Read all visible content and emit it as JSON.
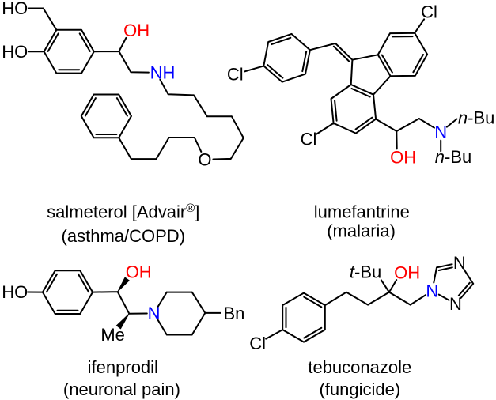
{
  "figure": {
    "background": "#ffffff",
    "colors": {
      "bond": "#000000",
      "oxygen_red": "#ff0000",
      "nitrogen_blue": "#0000ff",
      "text": "#000000"
    },
    "molecules": {
      "salmeterol": {
        "caption": {
          "pre": "salmeterol [Advair",
          "sup": "®",
          "post": "]"
        },
        "indication": "(asthma/COPD)",
        "labels": {
          "ho_top": "HO",
          "ho_left": "HO",
          "oh": "OH",
          "nh": "NH",
          "ether_o": "O"
        }
      },
      "lumefantrine": {
        "caption": "lumefantrine",
        "indication": "(malaria)",
        "labels": {
          "cl_top": "Cl",
          "cl_left": "Cl",
          "cl_bottom": "Cl",
          "oh": "OH",
          "n": "N",
          "nbu_top": {
            "it": "n",
            "rest": "-Bu"
          },
          "nbu_bottom": {
            "it": "n",
            "rest": "-Bu"
          }
        }
      },
      "ifenprodil": {
        "caption": "ifenprodil",
        "indication": "(neuronal pain)",
        "labels": {
          "ho": "HO",
          "oh": "OH",
          "me": "Me",
          "n": "N",
          "bn": "Bn"
        }
      },
      "tebuconazole": {
        "caption": "tebuconazole",
        "indication": "(fungicide)",
        "labels": {
          "cl": "Cl",
          "tbu": {
            "it": "t",
            "rest": "-Bu"
          },
          "oh": "OH",
          "n1": "N",
          "n4": "N",
          "n2": "N"
        }
      }
    }
  }
}
